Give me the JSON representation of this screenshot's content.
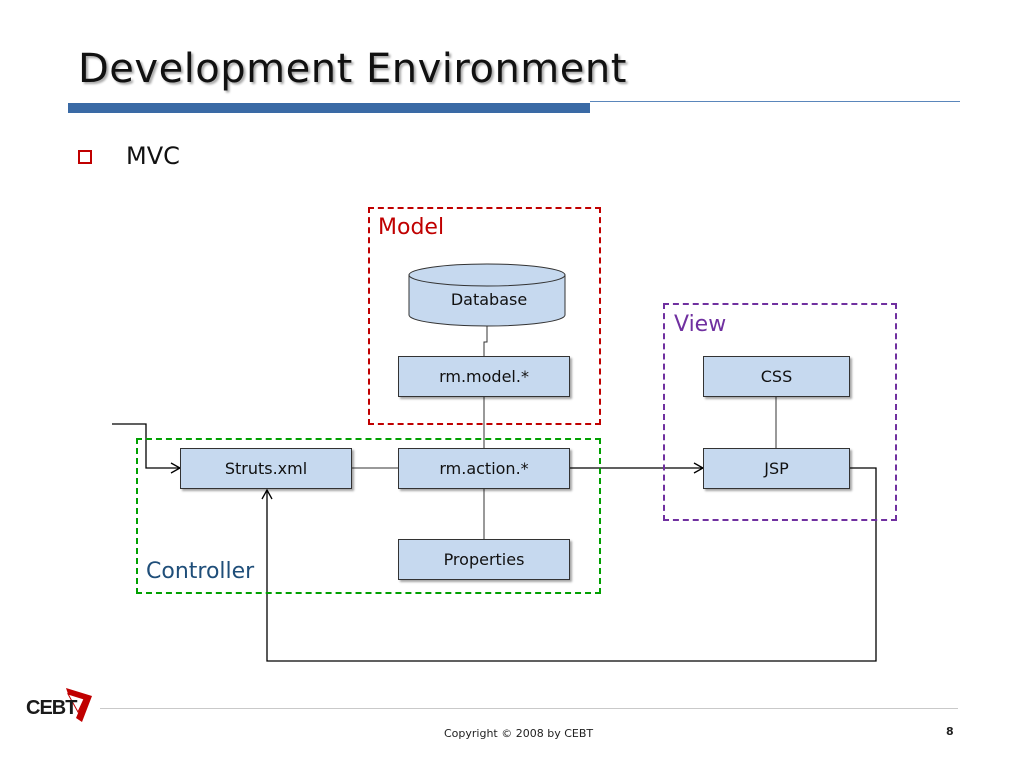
{
  "slide": {
    "title": "Development Environment",
    "bullet": "MVC"
  },
  "regions": {
    "model": "Model",
    "view": "View",
    "controller": "Controller"
  },
  "nodes": {
    "database": "Database",
    "rm_model": "rm.model.*",
    "css": "CSS",
    "struts": "Struts.xml",
    "rm_action": "rm.action.*",
    "jsp": "JSP",
    "properties": "Properties"
  },
  "footer": {
    "copyright": "Copyright © 2008 by CEBT",
    "page_number": "8",
    "logo_text": "CEBT"
  },
  "colors": {
    "model_border": "#c00000",
    "view_border": "#7030a0",
    "controller_border": "#00a000",
    "controller_label": "#1f4e79",
    "node_fill": "#c6d9ef",
    "title_rule": "#3a6aa5"
  }
}
